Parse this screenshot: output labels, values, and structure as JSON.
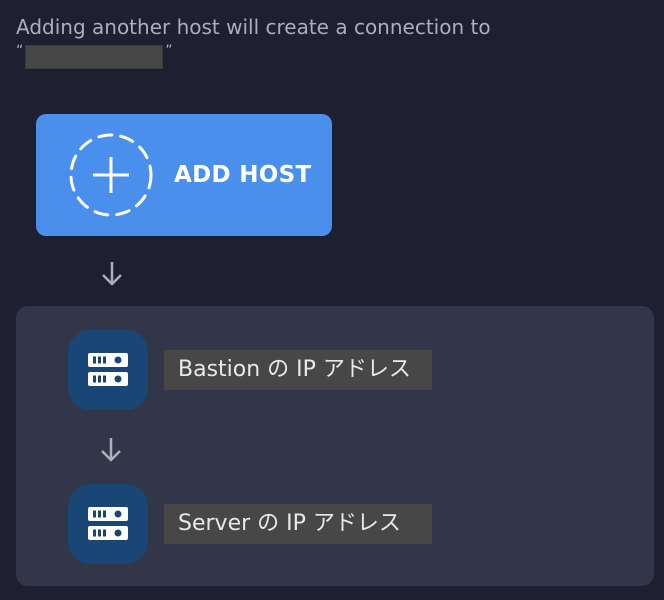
{
  "intro": {
    "text_line1": "Adding another host will create a connection to",
    "open_quote": "“",
    "close_quote": "”",
    "redacted_target": ""
  },
  "add_host_button": {
    "label": "ADD HOST",
    "icon": "dashed-circle-plus-icon",
    "background": "#4a8fec"
  },
  "chain": {
    "arrow_icon": "arrow-down-icon",
    "hosts": [
      {
        "icon": "server-icon",
        "label": "Bastion の IP アドレス"
      },
      {
        "icon": "server-icon",
        "label": "Server の IP アドレス"
      }
    ]
  },
  "colors": {
    "background": "#1e1f30",
    "panel": "#333649",
    "host_icon_bg": "#1a4675",
    "label_bg": "#474747",
    "arrow": "#a9b0bb"
  }
}
